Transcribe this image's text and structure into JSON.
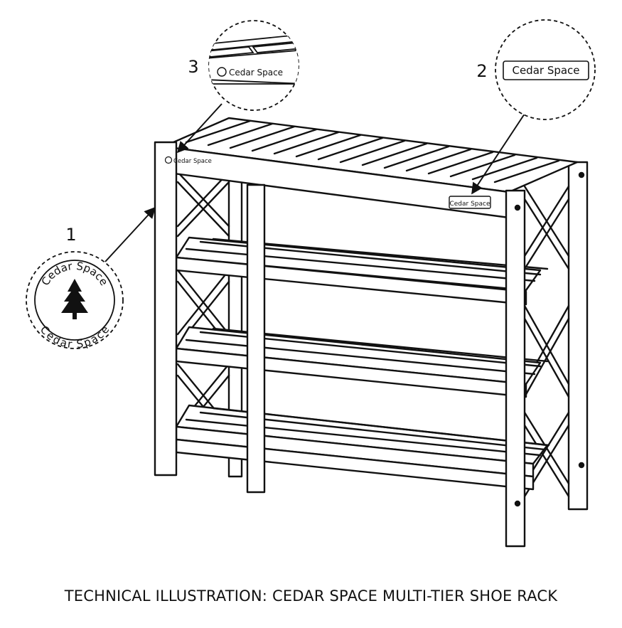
{
  "callouts": [
    {
      "number": "1",
      "description": "Round brand stamp on left leg"
    },
    {
      "number": "2",
      "description": "Rectangular label on right front rail"
    },
    {
      "number": "3",
      "description": "Engraved logo on left front corner"
    }
  ],
  "stamp": {
    "text_top": "Cedar Space",
    "text_bottom": "Cedar Space",
    "icon": "pine-tree-icon"
  },
  "labels": {
    "callout2_label": "Cedar Space",
    "callout3_label": "Cedar Space",
    "rack_left_label": "Cedar Space",
    "rack_right_label": "Cedar Space"
  },
  "caption": "TECHNICAL ILLUSTRATION: CEDAR SPACE MULTI-TIER SHOE RACK",
  "colors": {
    "line": "#111111",
    "background": "#ffffff"
  }
}
